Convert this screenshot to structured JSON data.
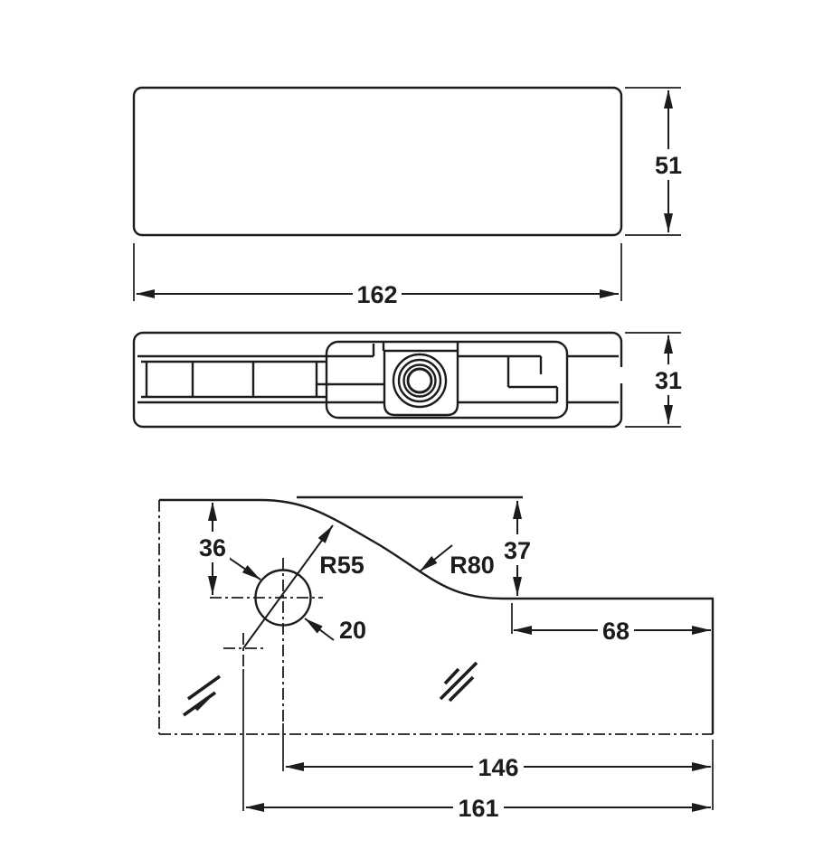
{
  "views": {
    "top": {
      "width": "162",
      "height": "51"
    },
    "side": {
      "thickness": "31"
    },
    "cutout": {
      "hole_center_from_top": "36",
      "cutout_depth": "37",
      "radius_r55": "R55",
      "radius_r80": "R80",
      "hole_diameter": "20",
      "flat_from_door_edge": "68",
      "hole_center_from_door_edge": "146",
      "pivot_axis_from_door_edge": "161"
    }
  },
  "colors": {
    "line": "#1c1c1c",
    "background": "#ffffff"
  },
  "symbols": {
    "glass_hatch": "glass-hatch"
  }
}
